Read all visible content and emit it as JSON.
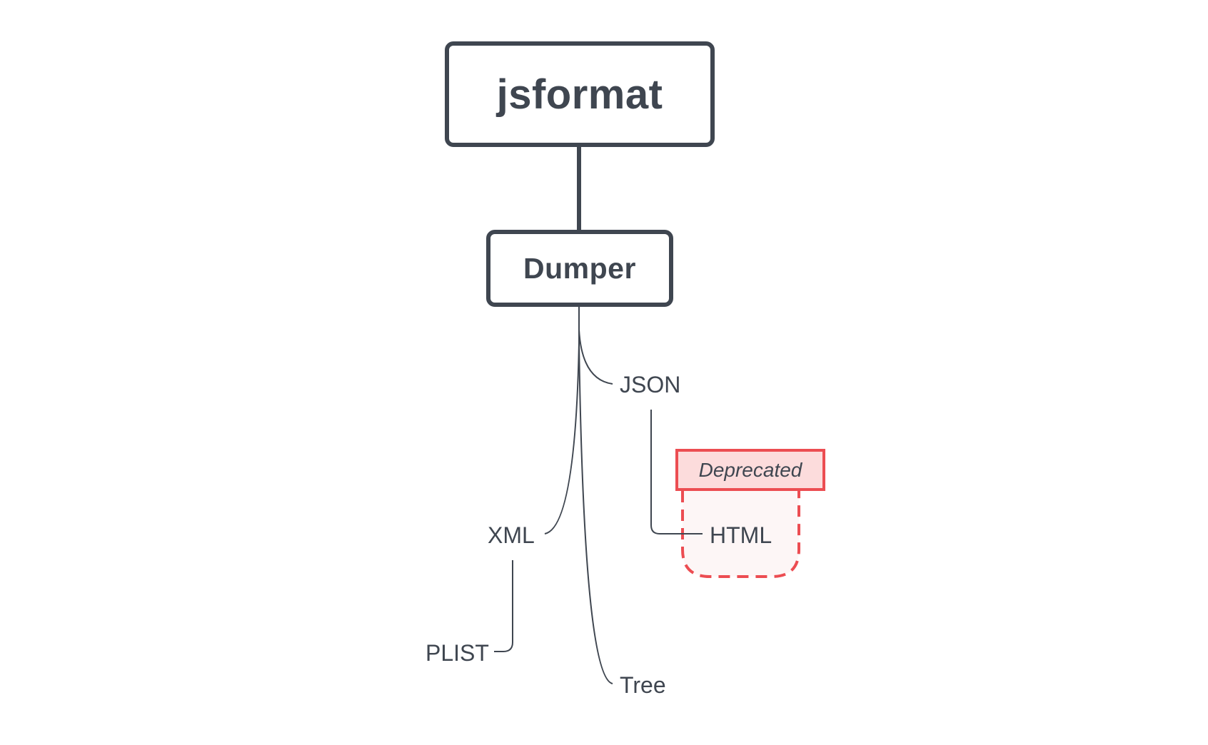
{
  "diagram": {
    "root": {
      "label": "jsformat"
    },
    "mid": {
      "label": "Dumper"
    },
    "leaves": {
      "json": "JSON",
      "xml": "XML",
      "html": "HTML",
      "plist": "PLIST",
      "tree": "Tree"
    },
    "callout": {
      "label": "Deprecated"
    },
    "colors": {
      "stroke": "#3f4650",
      "deprecated_border": "#ec4d52",
      "deprecated_fill": "#fcdcdc",
      "deprecated_region_fill": "#fdf6f6"
    }
  }
}
